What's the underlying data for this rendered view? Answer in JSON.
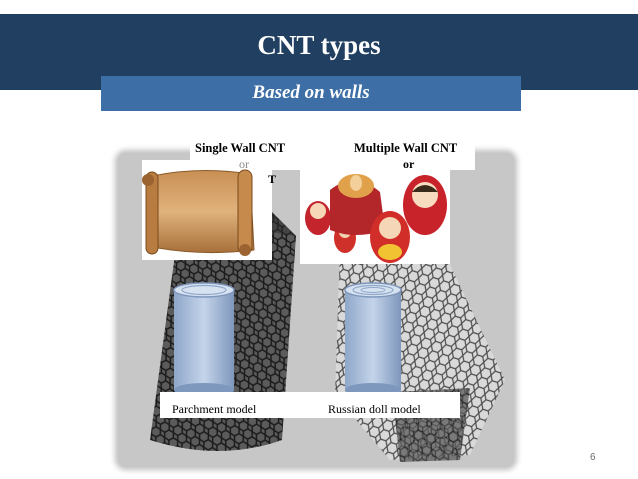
{
  "slide": {
    "title": "CNT types",
    "subtitle": "Based on walls",
    "page_number": "6"
  },
  "figure": {
    "left_heading": "Single Wall CNT",
    "right_heading": "Multiple Wall CNT",
    "left_or": "or",
    "right_or": "or",
    "left_caption": "Parchment model",
    "right_caption": "Russian doll model",
    "left_heading_fragment": "T"
  }
}
